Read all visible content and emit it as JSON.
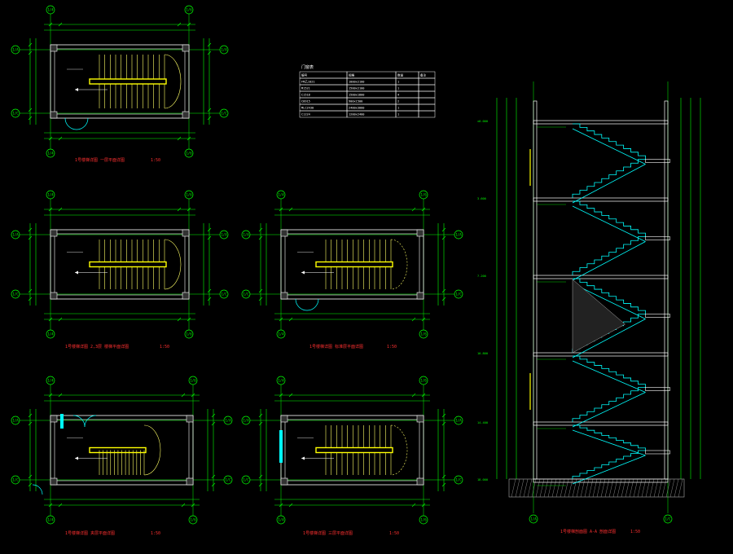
{
  "colors": {
    "background": "#000000",
    "wall": "#ffffff",
    "dimension": "#00ff00",
    "grid_bubble": "#00ff00",
    "stair": "#ffff66",
    "handrail": "#ffff00",
    "flight": "#00ffff",
    "door": "#00ffff",
    "title": "#ff3030",
    "hatch": "#aaaaaa",
    "table": "#ffffff"
  },
  "grid_labels": {
    "plan1": {
      "left": "1/4",
      "right": "1/6",
      "top_a": "1/A",
      "bottom_a": "1/C"
    },
    "plan2": {
      "left": "1/4",
      "right": "1/6",
      "top_a": "1/A",
      "bottom_a": "1/C"
    },
    "plan3": {
      "left": "1/4",
      "right": "1/6",
      "top_a": "1/A",
      "bottom_a": "1/C"
    },
    "plan4": {
      "left": "1/4",
      "right": "1/6",
      "top_a": "1/A",
      "bottom_a": "1/C"
    },
    "plan5": {
      "left": "1/4",
      "right": "1/6",
      "top_a": "1/A",
      "bottom_a": "1/C"
    },
    "section": {
      "left": "1/A",
      "right": "1/C"
    }
  },
  "table": {
    "title": "门窗表",
    "rows": [
      [
        "编号",
        "规格",
        "数量",
        "备注"
      ],
      [
        "FM乙1021",
        "1000x2100",
        "1",
        ""
      ],
      [
        "M1521",
        "1500x2100",
        "1",
        ""
      ],
      [
        "C1518",
        "1500x1800",
        "4",
        ""
      ],
      [
        "C0915",
        "900x1500",
        "2",
        ""
      ],
      [
        "MLC2430",
        "2400x3000",
        "1",
        ""
      ],
      [
        "C1224",
        "1200x2400",
        "1",
        ""
      ]
    ]
  },
  "titles": {
    "plan1": "1号楼梯详图 一层平面详图",
    "plan1_scale": "1:50",
    "plan2": "1号楼梯详图 2,3层 楼梯平面详图",
    "plan2_scale": "1:50",
    "plan3": "1号楼梯详图 标准层平面详图",
    "plan3_scale": "1:50",
    "plan4": "1号楼梯详图 夹层平面详图",
    "plan4_scale": "1:50",
    "plan5": "1号楼梯详图 三层平面详图",
    "plan5_scale": "1:50",
    "section": "1号楼梯剖面图 A-A 剖面详图",
    "section_scale": "1:50"
  },
  "section_levels": [
    "±0.000",
    "3.600",
    "7.200",
    "10.800",
    "14.400",
    "18.000",
    "21.600"
  ]
}
